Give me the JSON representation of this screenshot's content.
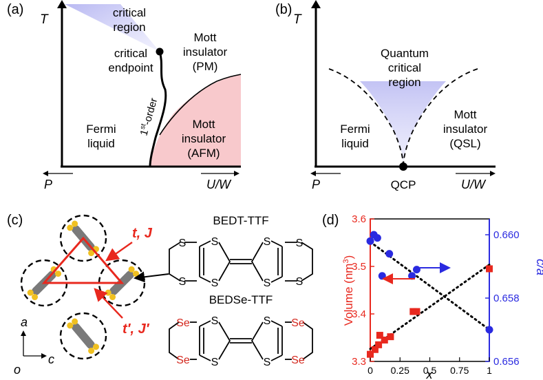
{
  "panel_a": {
    "label": "(a)",
    "y_axis": "T",
    "x_left": "P",
    "x_right": "U/W",
    "critical_region": [
      "critical",
      "region"
    ],
    "critical_endpoint": [
      "critical",
      "endpoint"
    ],
    "first_order": "1",
    "first_order_sup": "st",
    "first_order_rest": "-order",
    "mott_pm": [
      "Mott",
      "insulator",
      "(PM)"
    ],
    "fermi": [
      "Fermi",
      "liquid"
    ],
    "mott_afm": [
      "Mott",
      "insulator",
      "(AFM)"
    ]
  },
  "panel_b": {
    "label": "(b)",
    "y_axis": "T",
    "x_left": "P",
    "x_right": "U/W",
    "qcr": [
      "Quantum",
      "critical",
      "region"
    ],
    "fermi": [
      "Fermi",
      "liquid"
    ],
    "mott_qsl": [
      "Mott",
      "insulator",
      "(QSL)"
    ],
    "qcp": "QCP"
  },
  "panel_c": {
    "label": "(c)",
    "t_j": "t, J",
    "tp_jp": "t′, J′",
    "axis_a": "a",
    "axis_c": "c",
    "origin": "o",
    "mol1": "BEDT-TTF",
    "mol2": "BEDSe-TTF",
    "atom_s": "S",
    "atom_se": "Se"
  },
  "panel_d": {
    "label": "(d)",
    "colors": {
      "volume": "#e8281e",
      "ca": "#2a2ae0"
    },
    "chart_data": {
      "type": "scatter",
      "xlabel": "x",
      "ylabel_left": "Volume (nm",
      "ylabel_left_sup": "3",
      "ylabel_left_close": ")",
      "ylabel_right": "c/a",
      "xlim": [
        0,
        1
      ],
      "ylim_left": [
        3.3,
        3.6
      ],
      "ylim_right": [
        0.656,
        0.6605
      ],
      "x_ticks": [
        "0",
        "0.25",
        "0.5",
        "0.75",
        "1"
      ],
      "y_left_ticks": [
        "3.3",
        "3.4",
        "3.5",
        "3.6"
      ],
      "y_right_ticks": [
        "0.656",
        "0.658",
        "0.660"
      ],
      "series": [
        {
          "axis": "left",
          "points": [
            [
              0.0,
              3.315
            ],
            [
              0.04,
              3.325
            ],
            [
              0.07,
              3.335
            ],
            [
              0.08,
              3.355
            ],
            [
              0.12,
              3.345
            ],
            [
              0.17,
              3.352
            ],
            [
              0.36,
              3.405
            ],
            [
              0.39,
              3.405
            ],
            [
              1.0,
              3.495
            ]
          ]
        },
        {
          "axis": "right",
          "points": [
            [
              0.0,
              0.6598
            ],
            [
              0.03,
              0.66
            ],
            [
              0.06,
              0.6599
            ],
            [
              0.1,
              0.6587
            ],
            [
              0.16,
              0.6594
            ],
            [
              0.35,
              0.6587
            ],
            [
              0.39,
              0.6589
            ],
            [
              1.0,
              0.657
            ]
          ]
        }
      ]
    }
  }
}
